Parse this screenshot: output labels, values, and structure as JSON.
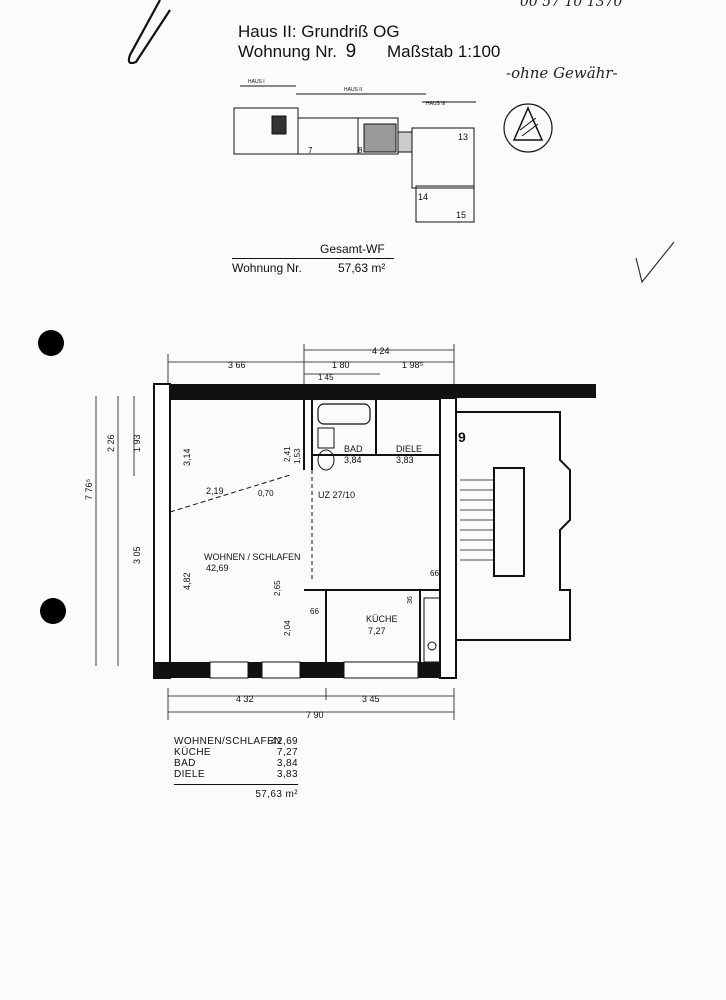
{
  "header": {
    "title_line1": "Haus II: Grundriß OG",
    "title_line2_prefix": "Wohnung Nr.",
    "unit_number": "9",
    "scale": "Maßstab 1:100",
    "handwritten_note": "-ohne Gewähr-",
    "handwritten_top": "00 57 10 1370"
  },
  "site_plan": {
    "labels": [
      "HAUS I",
      "HAUS II",
      "HAUS III"
    ],
    "unit_numbers": [
      "7",
      "8",
      "13",
      "14",
      "15"
    ]
  },
  "area_box": {
    "heading": "Gesamt-WF",
    "label": "Wohnung Nr.",
    "value": "57,63 m²"
  },
  "floor_plan": {
    "unit_number": "9",
    "rooms": [
      {
        "name": "WOHNEN / SCHLAFEN",
        "area": "42,69"
      },
      {
        "name": "BAD",
        "area": "3,84"
      },
      {
        "name": "DIELE",
        "area": "3,83"
      },
      {
        "name": "KÜCHE",
        "area": "7,27"
      }
    ],
    "dimensions_top": [
      "3 66",
      "4 24",
      "1 80",
      "1 98⁵",
      "1 45"
    ],
    "dimensions_bottom": [
      "4 32",
      "3 45",
      "7 90"
    ],
    "dimensions_left": [
      "7 76⁵",
      "2 26",
      "1 93",
      "3 05"
    ],
    "interior_dims": [
      "3,14",
      "4,82",
      "2,19",
      "0,70",
      "2,41",
      "1,53",
      "2,65",
      "2,04",
      "66",
      "66",
      "36"
    ],
    "door_note": "UZ 27/10"
  },
  "summary": {
    "rows": [
      {
        "label": "WOHNEN/SCHLAFEN",
        "value": "42,69"
      },
      {
        "label": "KÜCHE",
        "value": "7,27"
      },
      {
        "label": "BAD",
        "value": "3,84"
      },
      {
        "label": "DIELE",
        "value": "3,83"
      }
    ],
    "total": "57,63 m²"
  }
}
